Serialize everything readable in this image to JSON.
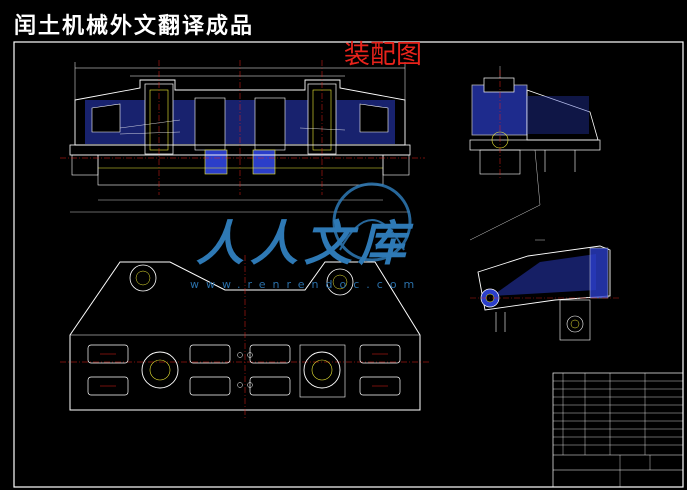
{
  "header": {
    "title": "闰土机械外文翻译成品"
  },
  "drawing": {
    "title": "装配图"
  },
  "watermark": {
    "cn": "人人文库",
    "url": "www.renrendoc.com"
  },
  "colors": {
    "background": "#000000",
    "outline": "#ffffff",
    "body": "#2b3ec9",
    "hatch": "#2b3ec9",
    "centerline": "#e8231b",
    "highlight": "#f2ee36",
    "dim": "#ffffff",
    "watermark": "#2e79b5"
  }
}
